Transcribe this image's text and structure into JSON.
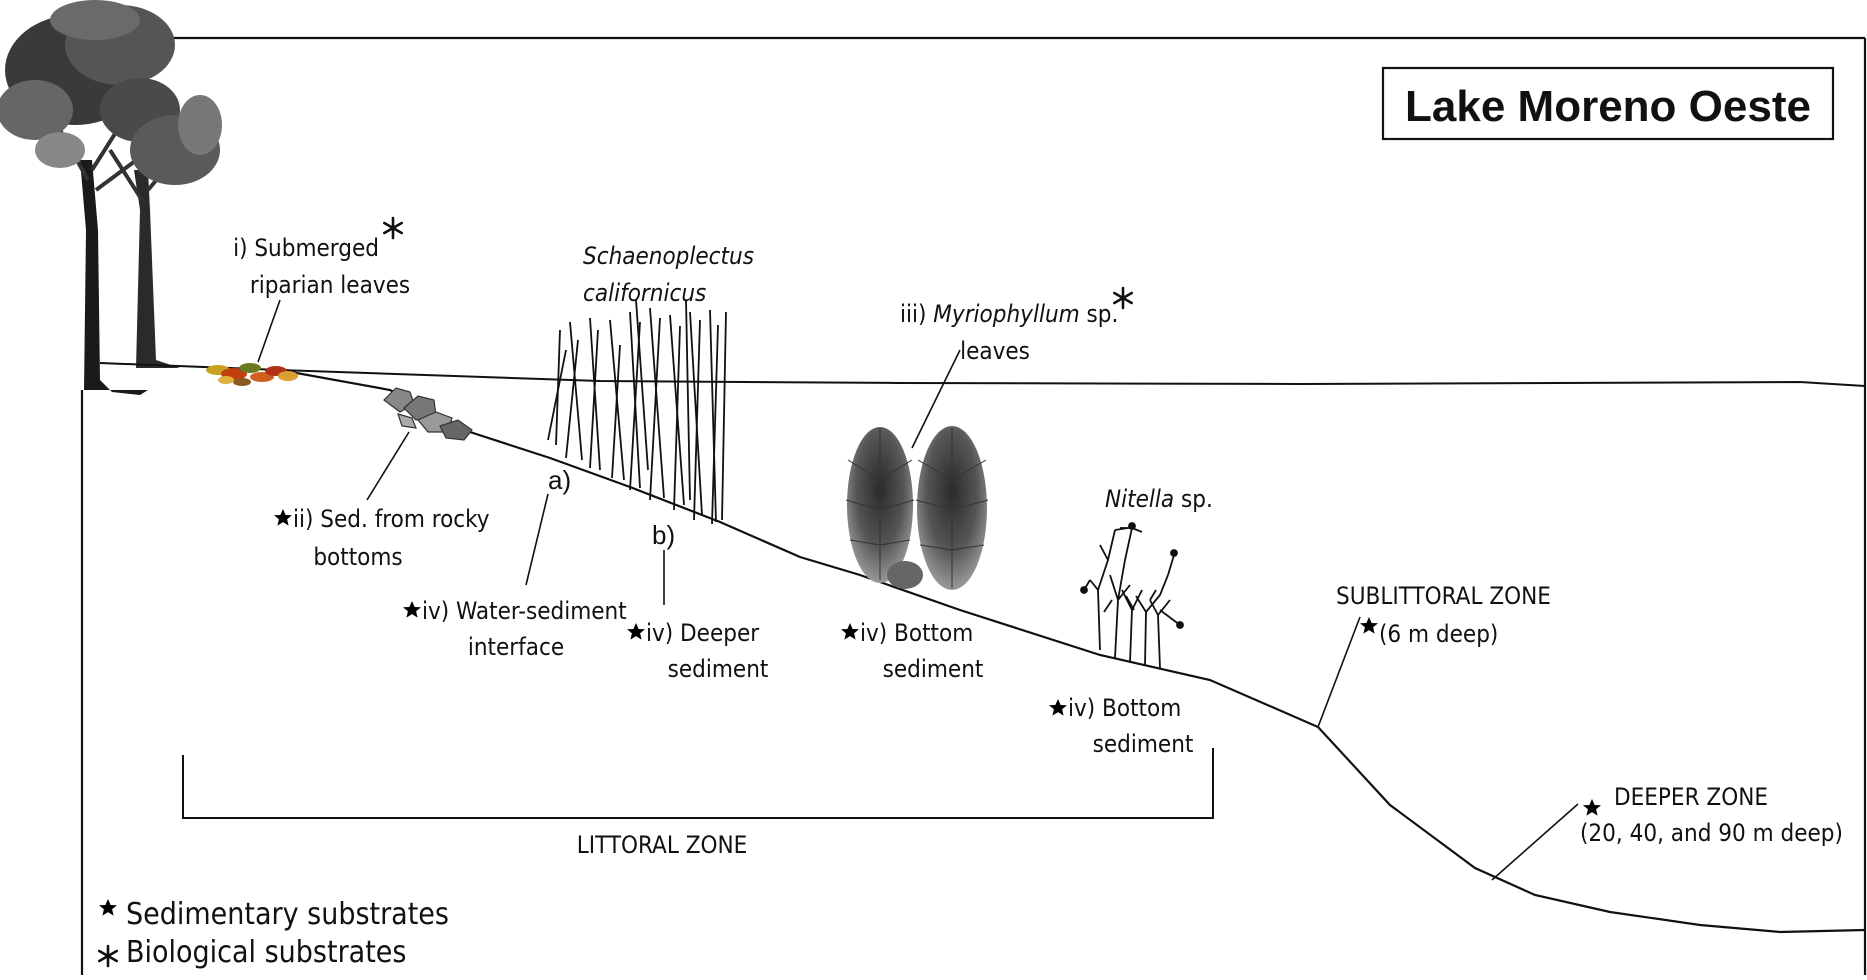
{
  "title": "Lake Moreno Oeste",
  "labels": {
    "i_line1": "i) Submerged",
    "i_line2": "riparian leaves",
    "ii_line1": "ii) Sed. from rocky",
    "ii_line2": "bottoms",
    "schoeno_line1": "Schaenoplectus",
    "schoeno_line2": "californicus",
    "iii_prefix": "iii) ",
    "iii_genus": "Myriophyllum",
    "iii_suffix": " sp.",
    "iii_line2": "leaves",
    "nitella_genus": "Nitella",
    "nitella_suffix": " sp.",
    "a": "a)",
    "b": "b)",
    "iv_ws_line1": "iv) Water-sediment",
    "iv_ws_line2": "interface",
    "iv_deep_line1": "iv) Deeper",
    "iv_deep_line2": "sediment",
    "iv_bot1_line1": "iv) Bottom",
    "iv_bot1_line2": "sediment",
    "iv_bot2_line1": "iv) Bottom",
    "iv_bot2_line2": "sediment",
    "sublittoral_line1": "SUBLITTORAL ZONE",
    "sublittoral_line2": "(6 m deep)",
    "deeper_line1": "DEEPER ZONE",
    "deeper_line2": "(20, 40, and 90 m deep)",
    "littoral": "LITTORAL ZONE"
  },
  "legend": {
    "sedimentary": "Sedimentary substrates",
    "biological": "Biological substrates"
  },
  "symbols": {
    "sedimentary": "star-icon",
    "biological": "asterisk-icon"
  }
}
